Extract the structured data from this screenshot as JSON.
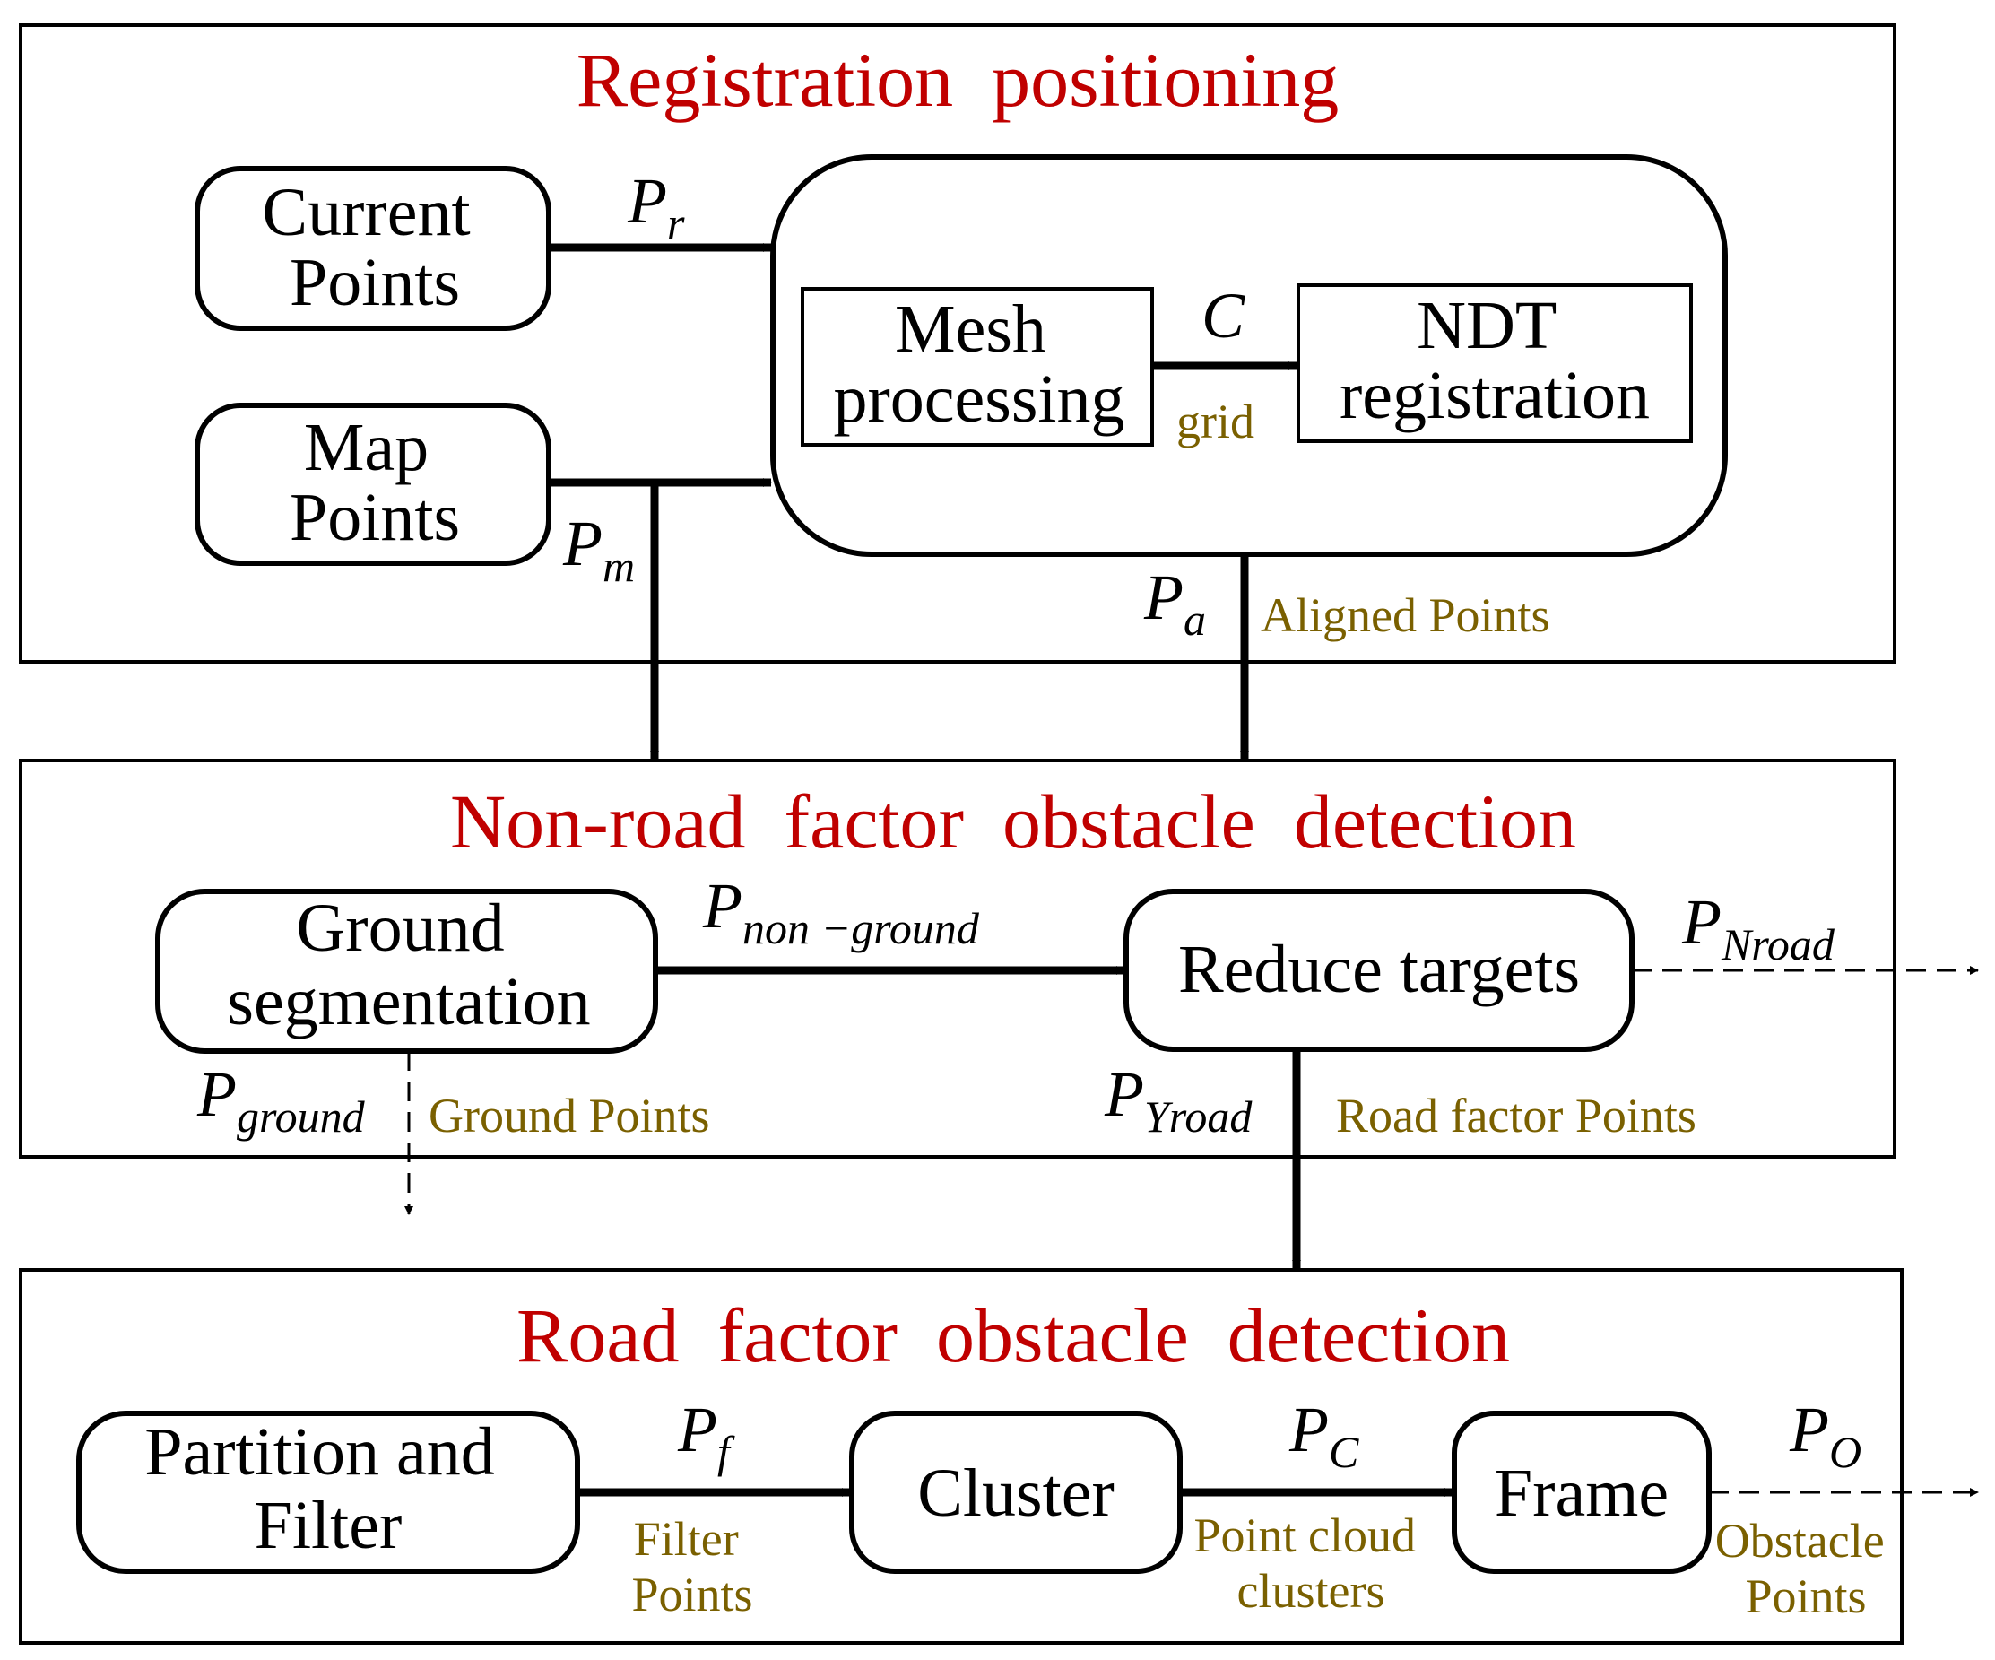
{
  "colors": {
    "title": "#c00000",
    "note": "#7a6000",
    "line": "#000000"
  },
  "sections": {
    "registration": {
      "title": "Registration  positioning"
    },
    "nonroad": {
      "title": "Non-road  factor  obstacle  detection"
    },
    "road": {
      "title": "Road  factor  obstacle  detection"
    }
  },
  "boxes": {
    "current_points": [
      "Current",
      "Points"
    ],
    "map_points": [
      "Map",
      "Points"
    ],
    "mesh_processing": [
      "Mesh",
      "processing"
    ],
    "ndt_registration": [
      "NDT",
      "registration"
    ],
    "ground_segmentation": [
      "Ground",
      "segmentation"
    ],
    "reduce_targets": [
      "Reduce targets"
    ],
    "partition_filter": [
      "Partition and",
      "Filter"
    ],
    "cluster": [
      "Cluster"
    ],
    "frame": [
      "Frame"
    ]
  },
  "variables": {
    "pr": {
      "base": "P",
      "sub": "r"
    },
    "pm": {
      "base": "P",
      "sub": "m"
    },
    "c": {
      "base": "C",
      "sub": ""
    },
    "pa": {
      "base": "P",
      "sub": "a"
    },
    "pnonground": {
      "base": "P",
      "sub": "non −ground"
    },
    "pnroad": {
      "base": "P",
      "sub": "Nroad"
    },
    "pground": {
      "base": "P",
      "sub": "ground"
    },
    "pyroad": {
      "base": "P",
      "sub": "Yroad"
    },
    "pf": {
      "base": "P",
      "sub": "f"
    },
    "pc": {
      "base": "P",
      "sub": "C"
    },
    "po": {
      "base": "P",
      "sub": "O"
    }
  },
  "notes": {
    "grid": "grid",
    "aligned_points": "Aligned Points",
    "ground_points": "Ground Points",
    "road_factor_points": "Road factor Points",
    "filter_points": [
      "Filter",
      "Points"
    ],
    "point_cloud_clusters": [
      "Point cloud",
      "clusters"
    ],
    "obstacle_points": [
      "Obstacle",
      "Points"
    ]
  }
}
